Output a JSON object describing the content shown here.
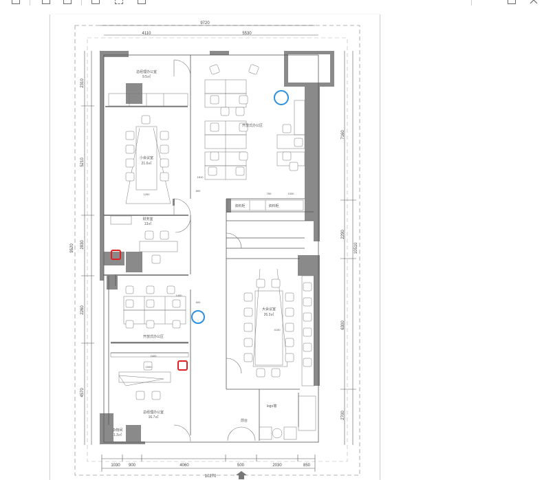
{
  "toolbar": {
    "buttons": [
      "fit-page-icon",
      "zoom-out-icon",
      "zoom-in-icon",
      "delete-icon",
      "fullscreen-icon",
      "window-icon"
    ],
    "window_controls": [
      "restore-icon",
      "close-icon"
    ]
  },
  "plan": {
    "dimensions": {
      "top_total": "9720",
      "top_left": "4110",
      "top_right": "5530",
      "left_total": "9520",
      "left_1": "2310",
      "left_2": "5210",
      "left_3": "2830",
      "left_4": "2260",
      "left_5": "4570",
      "right_total": "10510",
      "right_1": "7160",
      "right_2": "2290",
      "right_3": "6300",
      "right_4": "2700",
      "bottom_total": "10270",
      "bottom_1": "1030",
      "bottom_2": "900",
      "bottom_3": "4060",
      "bottom_4": "500",
      "bottom_5": "2030",
      "bottom_6": "850"
    },
    "rooms": {
      "manager_office_top": "总经理办公室",
      "manager_office_top_area": "9.5㎡",
      "meeting_small": "小会议室",
      "meeting_small_area": "21.6㎡",
      "finance": "财务室",
      "finance_area": "13㎡",
      "open_office_top": "开放式办公区",
      "open_office_bottom": "开放式办公区",
      "meeting_large": "大会议室",
      "meeting_large_area": "26.3㎡",
      "manager_office_bottom": "总经理办公室",
      "manager_office_bottom_area": "16.7㎡",
      "storage": "杂物间",
      "storage_area": "1.3㎡",
      "reception": "前台",
      "logo": "logo墙",
      "cabinet_1": "资料柜",
      "cabinet_2": "资料柜"
    },
    "annotations": {
      "d_1810": "1810",
      "d_4150": "4150",
      "d_1530": "1530",
      "d_750": "750",
      "d_800": "800",
      "d_1000": "1000",
      "d_1400": "1400",
      "d_600": "600",
      "d_1200": "1200",
      "d_2400": "2400"
    }
  }
}
